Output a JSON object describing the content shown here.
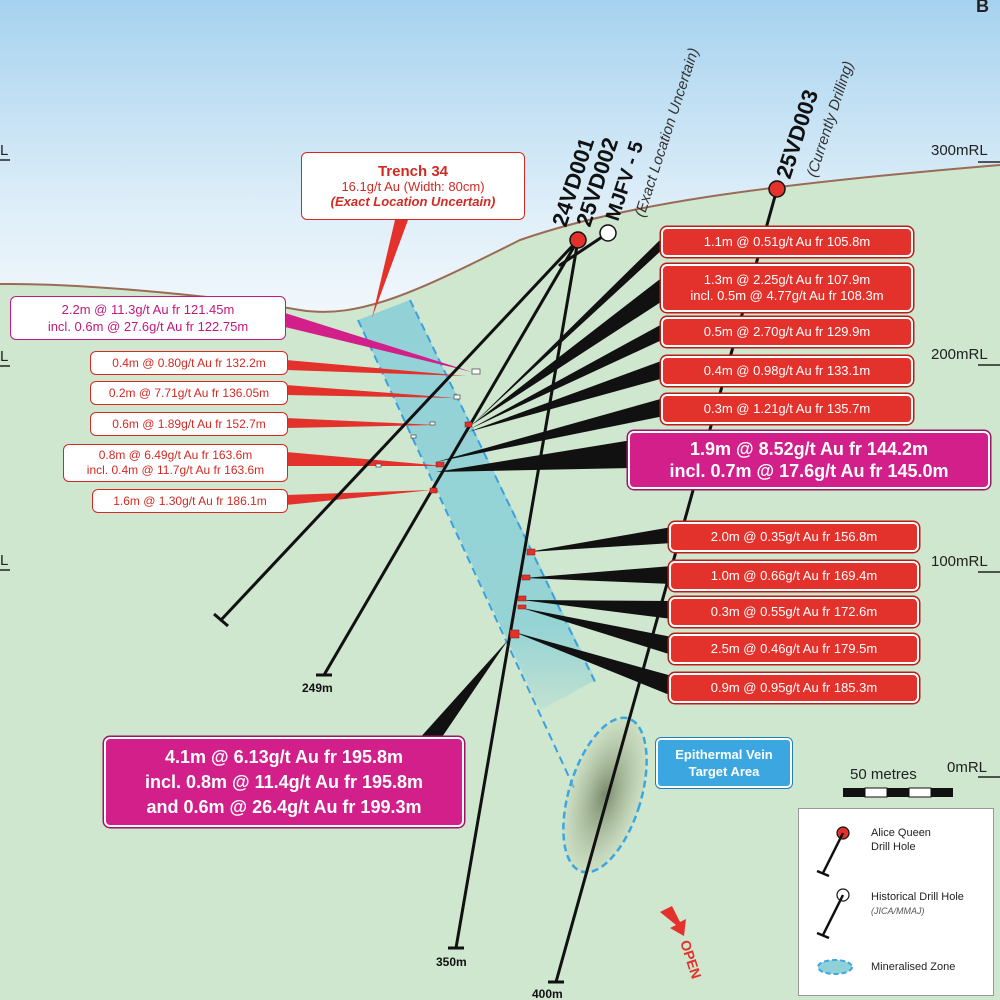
{
  "panel_label": "B",
  "rl_labels": {
    "rl300": "300mRL",
    "rl200": "200mRL",
    "rl100": "100mRL",
    "rl0": "0mRL",
    "left_cut": "L"
  },
  "holes": {
    "h1": "24VD001",
    "h2": "25VD002",
    "h3": "MJFV - 5",
    "h3_note": "(Exact Location Uncertain)",
    "h4": "25VD003",
    "h4_note": "(Currently Drilling)"
  },
  "depths": {
    "d249": "249m",
    "d350": "350m",
    "d400": "400m"
  },
  "trench": {
    "title": "Trench 34",
    "line2": "16.1g/t Au (Width: 80cm)",
    "line3": "(Exact Location Uncertain)"
  },
  "left_intercepts": [
    "0.4m @ 0.80g/t Au fr 132.2m",
    "0.2m @ 7.71g/t Au fr 136.05m",
    "0.6m @ 1.89g/t Au fr 152.7m",
    "0.8m @ 6.49g/t Au fr 163.6m",
    "incl. 0.4m @ 11.7g/t Au fr 163.6m",
    "1.6m @ 1.30g/t Au fr 186.1m"
  ],
  "historical_intercept": {
    "line1": "2.2m @ 11.3g/t Au fr 121.45m",
    "line2": "incl. 0.6m @ 27.6g/t Au fr 122.75m"
  },
  "right_intercepts_upper": [
    "1.1m @ 0.51g/t Au fr 105.8m",
    "1.3m @ 2.25g/t Au fr 107.9m",
    "incl. 0.5m @ 4.77g/t Au fr 108.3m",
    "0.5m @ 2.70g/t Au fr 129.9m",
    "0.4m @ 0.98g/t Au fr 133.1m",
    "0.3m @ 1.21g/t Au fr 135.7m"
  ],
  "highlight_upper": {
    "line1": "1.9m @ 8.52g/t Au fr 144.2m",
    "line2": "incl. 0.7m @ 17.6g/t Au fr 145.0m"
  },
  "right_intercepts_lower": [
    "2.0m @ 0.35g/t Au fr 156.8m",
    "1.0m @ 0.66g/t Au fr 169.4m",
    "0.3m @ 0.55g/t Au fr 172.6m",
    "2.5m @ 0.46g/t Au fr 179.5m",
    "0.9m @ 0.95g/t Au fr 185.3m"
  ],
  "highlight_lower": {
    "line1": "4.1m @ 6.13g/t Au fr 195.8m",
    "line2": "incl. 0.8m @ 11.4g/t Au fr 195.8m",
    "line3": "and 0.6m @ 26.4g/t Au fr 199.3m"
  },
  "target": {
    "line1": "Epithermal Vein",
    "line2": "Target Area"
  },
  "scale": "50 metres",
  "open_label": "OPEN",
  "legend": {
    "aq1": "Alice Queen",
    "aq2": "Drill Hole",
    "hist1": "Historical Drill Hole",
    "hist2": "(JICA/MMAJ)",
    "zone": "Mineralised Zone"
  },
  "colors": {
    "sky_top": "#a9d4f0",
    "ground": "#cfe5cf",
    "zone_fill": "#8ed0d2",
    "accent_red": "#e2322b",
    "accent_pink": "#d21f8a",
    "target_blue": "#3ba6e0"
  }
}
